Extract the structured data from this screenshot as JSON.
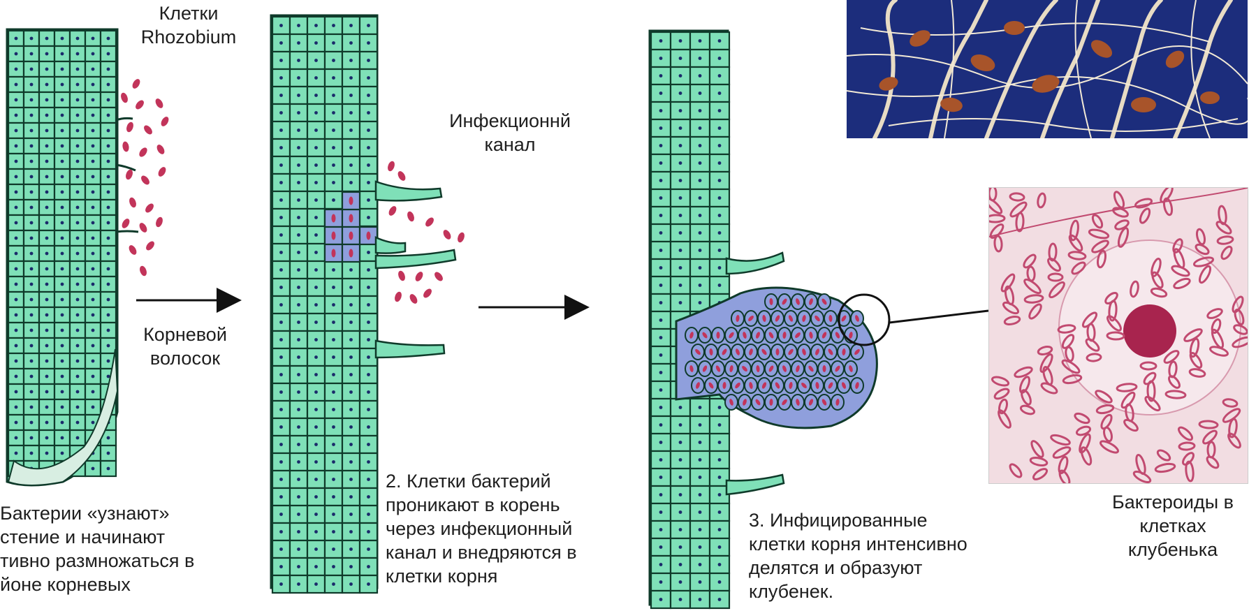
{
  "labels": {
    "rhizobium_cells": [
      "Клетки",
      "Rhozobium"
    ],
    "root_hair": [
      "Корневой",
      "волосок"
    ],
    "infection_channel": [
      "Инфекционнй",
      "канал"
    ],
    "bacteroids": [
      "Бактероиды в",
      "клетках",
      "клубенька"
    ]
  },
  "captions": {
    "step1": [
      "Бактерии «узнают»",
      "стение и начинают",
      "тивно размножаться в",
      "йоне корневых"
    ],
    "step2": [
      "2. Клетки бактерий",
      "проникают в корень",
      "через инфекционный",
      "канал и внедряются в",
      "клетки корня"
    ],
    "step3": [
      "3. Инфицированные",
      "клетки корня интенсивно",
      "делятся и образуют",
      "клубенек."
    ]
  },
  "colors": {
    "cell_fill": "#7fe0b8",
    "cell_wall": "#0f3a2a",
    "nucleus": "#1a2a6a",
    "bacteria": "#c2345a",
    "infected_cell": "#8f9fdc",
    "photo_background": "#1c2d7c",
    "root_color": "#e8dcc4",
    "nodule_color": "#a8542a",
    "micrograph_bg": "#f2dde2",
    "micrograph_stain": "#c14a70"
  },
  "icons": [
    "arrow-right-icon",
    "arrow-right-icon",
    "magnifier-circle-icon"
  ]
}
